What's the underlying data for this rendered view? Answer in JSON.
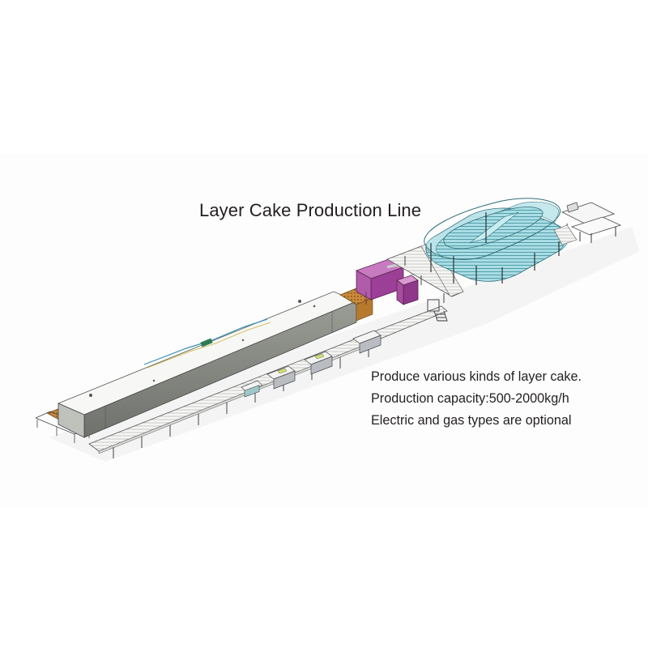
{
  "title": "Layer Cake Production Line",
  "features": [
    "Produce various kinds of layer cake.",
    "Production capacity:500-2000kg/h",
    "Electric and gas types are optional"
  ],
  "illustration": {
    "components": [
      "tunnel-oven",
      "oven-infeed-belt",
      "oven-outfeed-belt",
      "return-conveyor",
      "processing-stations",
      "cake-depositor-machine",
      "cutting-unit",
      "spiral-cooling-tower",
      "packaging-tables",
      "access-stairs"
    ],
    "colors": {
      "spiral_tower": "#8fd3dc",
      "depositor": "#b04aa8",
      "oven_body": "#8a8d86",
      "oven_mesh": "#c9822e",
      "conveyor": "#f4f4f2",
      "outline": "#3a3a3a",
      "background": "#fdfdfd"
    }
  }
}
